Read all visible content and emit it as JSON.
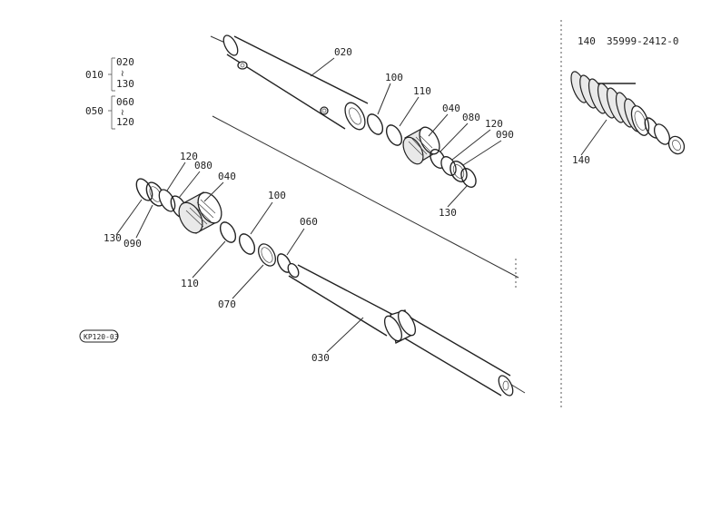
{
  "set_groups": [
    {
      "parent": "010",
      "children": [
        "020",
        "130"
      ]
    },
    {
      "parent": "050",
      "children": [
        "060",
        "120"
      ]
    }
  ],
  "side_panel": {
    "part_no": "140",
    "part_code": "35999-2412-0"
  },
  "callouts": {
    "p020": "020",
    "p100_top": "100",
    "p110_top": "110",
    "p040_right": "040",
    "p080_right": "080",
    "p120_right": "120",
    "p090_right": "090",
    "p130_right": "130",
    "p120_left": "120",
    "p080_left": "080",
    "p040_left": "040",
    "p130_left": "130",
    "p090_left": "090",
    "p100_mid": "100",
    "p060": "060",
    "p110_low": "110",
    "p070": "070",
    "p030": "030",
    "p140": "140"
  },
  "stamp": "KP120-03"
}
